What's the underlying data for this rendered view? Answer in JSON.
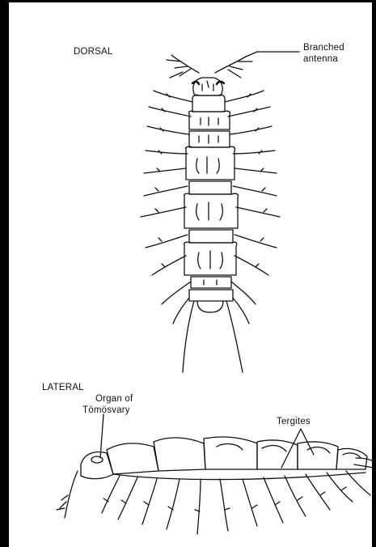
{
  "views": {
    "dorsal": "DORSAL",
    "lateral": "LATERAL"
  },
  "callouts": {
    "antenna": [
      "Branched",
      "antenna"
    ],
    "organ": [
      "Organ of",
      "Tömösvary"
    ],
    "tergites": "Tergites"
  },
  "colors": {
    "ink": "#111111",
    "background": "#ffffff",
    "frame": "#000000"
  }
}
